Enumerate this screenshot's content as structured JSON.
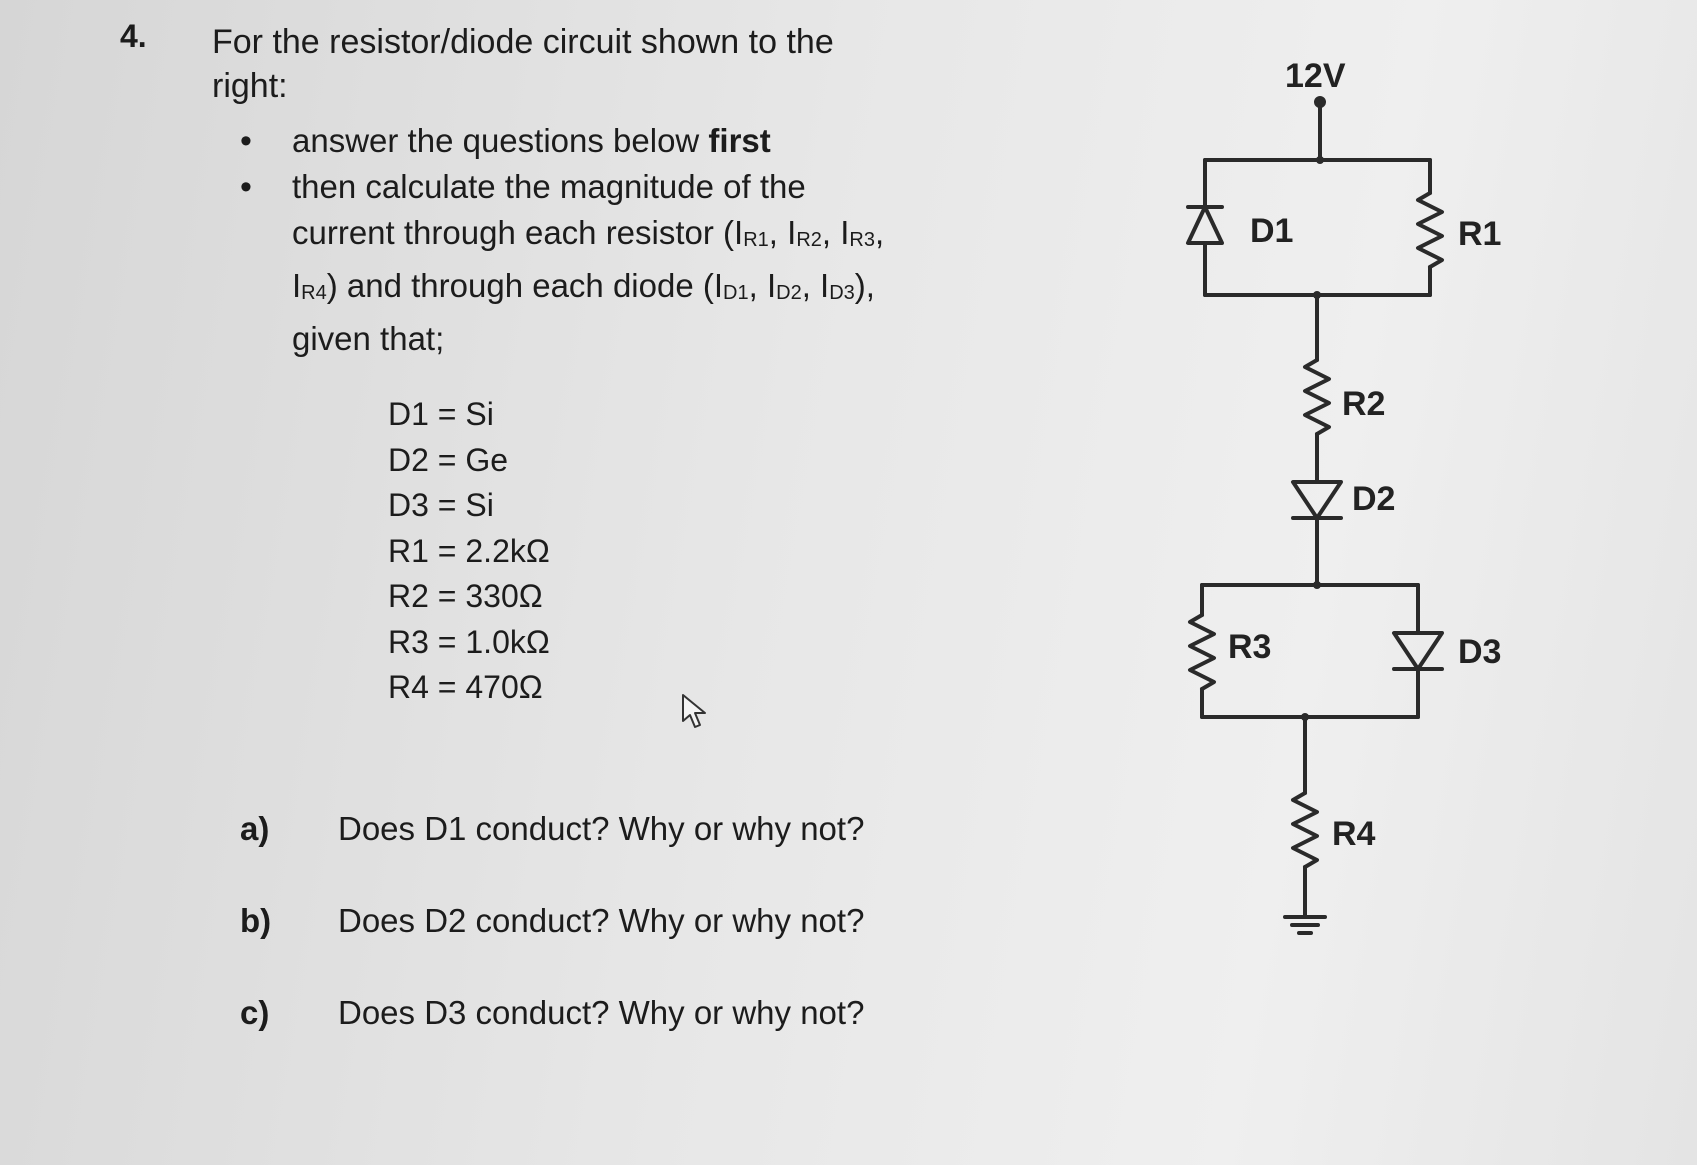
{
  "question": {
    "number": "4.",
    "intro": "For the resistor/diode circuit shown to the right:",
    "bullet1": {
      "text": "answer the questions below ",
      "bold": "first"
    },
    "bullet2": {
      "t1": "then calculate the magnitude of the current through each resistor (I",
      "s1": "R1",
      "t2": ", I",
      "s2": "R2",
      "t3": ", I",
      "s3": "R3",
      "t4": ", I",
      "s4": "R4",
      "t5": ") and through each diode (I",
      "s5": "D1",
      "t6": ", I",
      "s6": "D2",
      "t7": ", I",
      "s7": "D3",
      "t8": "), given that;"
    }
  },
  "given_values": [
    "D1 = Si",
    "D2 = Ge",
    "D3 = Si",
    "R1 = 2.2kΩ",
    "R2 = 330Ω",
    "R3 = 1.0kΩ",
    "R4 = 470Ω"
  ],
  "subquestions": [
    {
      "label": "a)",
      "text": "Does D1 conduct? Why or why not?"
    },
    {
      "label": "b)",
      "text": "Does D2 conduct? Why or why not?"
    },
    {
      "label": "c)",
      "text": "Does D3 conduct? Why or why not?"
    }
  ],
  "circuit": {
    "supply": "12V",
    "labels": {
      "d1": "D1",
      "r1": "R1",
      "r2": "R2",
      "d2": "D2",
      "r3": "R3",
      "d3": "D3",
      "r4": "R4"
    }
  },
  "icons": {
    "cursor": "mouse-pointer-icon",
    "ground": "ground-icon"
  }
}
